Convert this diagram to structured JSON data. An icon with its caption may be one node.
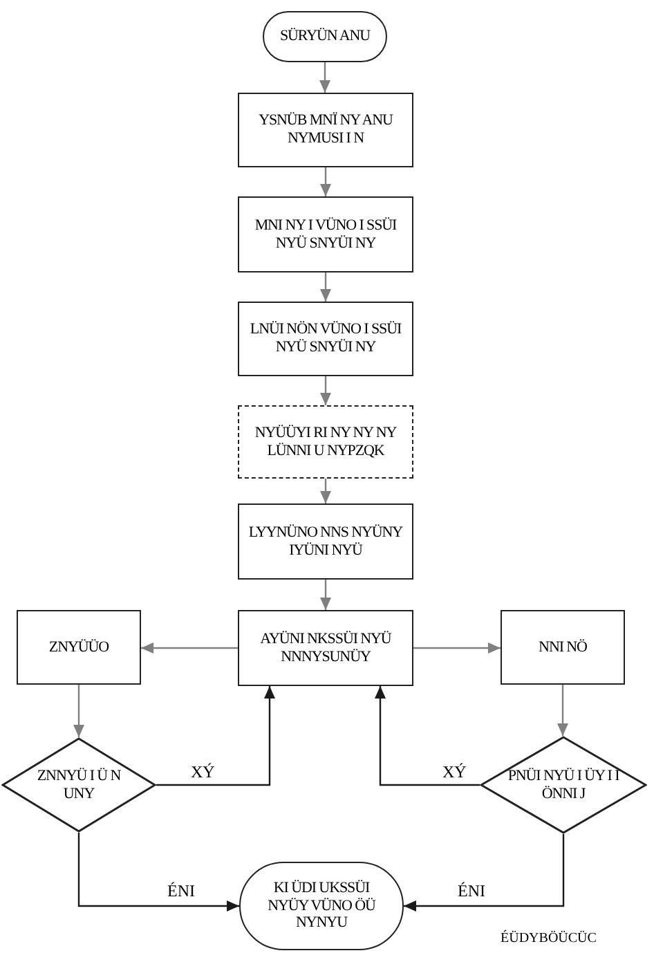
{
  "diagram": {
    "nodes": [
      {
        "text": [
          "SÜRYÜN ANU"
        ]
      },
      {
        "text": [
          "YSNÜB MNÏ NY ANU NYMUSI I N"
        ]
      },
      {
        "text": [
          "MNI NY I VÜNO I SSÜI NYÜ SNYÜI NY"
        ]
      },
      {
        "text": [
          "LNÜI NÖN VÜNO I SSÜI NYÜ SNYÜI NY"
        ]
      },
      {
        "text": [
          "NYÜÜYI RI NY NY NY LÜNNI U NYPZQK"
        ]
      },
      {
        "text": [
          "LYYNÜNO NNS NYÜNY IYÜNI NYÜ"
        ]
      },
      {
        "text": [
          "AYÜNI NKSSÜI NYÜ NNNYSUNÜY"
        ]
      },
      {
        "text": [
          "ZNYÜÜO"
        ]
      },
      {
        "text": [
          "NNI NÖ"
        ]
      },
      {
        "text": [
          "ZNNYÜ I Ü N UNY"
        ]
      },
      {
        "text": [
          "PNÜI NYÜ I ÜY I I ÖNNI J"
        ]
      },
      {
        "text": [
          "KI ÜDI UKSSÜI NYÜY VÜNO ÖÜ NYNYU"
        ]
      }
    ],
    "edges": [
      {
        "from": 0,
        "to": 1,
        "arrow": "to"
      },
      {
        "from": 1,
        "to": 2,
        "arrow": "to"
      },
      {
        "from": 2,
        "to": 3,
        "arrow": "to"
      },
      {
        "from": 3,
        "to": 4,
        "arrow": "to"
      },
      {
        "from": 4,
        "to": 5,
        "arrow": "to"
      },
      {
        "from": 5,
        "to": 6,
        "arrow": "to"
      },
      {
        "from": 6,
        "to": 7,
        "arrow": "to"
      },
      {
        "from": 6,
        "to": 8,
        "arrow": "to"
      },
      {
        "from": 7,
        "to": 9,
        "arrow": "to"
      },
      {
        "from": 8,
        "to": 10,
        "arrow": "to"
      },
      {
        "from": 9,
        "to": 6,
        "arrow": "to",
        "label": "XÝ",
        "color": "#1a1a1a"
      },
      {
        "from": 10,
        "to": 6,
        "arrow": "to",
        "label": "XÝ",
        "color": "#1a1a1a"
      },
      {
        "from": 9,
        "to": 11,
        "arrow": "to",
        "label": "ÉNI",
        "color": "#1a1a1a"
      },
      {
        "from": 10,
        "to": 11,
        "arrow": "to",
        "label": "ÉNI",
        "color": "#1a1a1a"
      }
    ],
    "labels": [
      "ÉÜDYBÖÜCÜC"
    ]
  }
}
